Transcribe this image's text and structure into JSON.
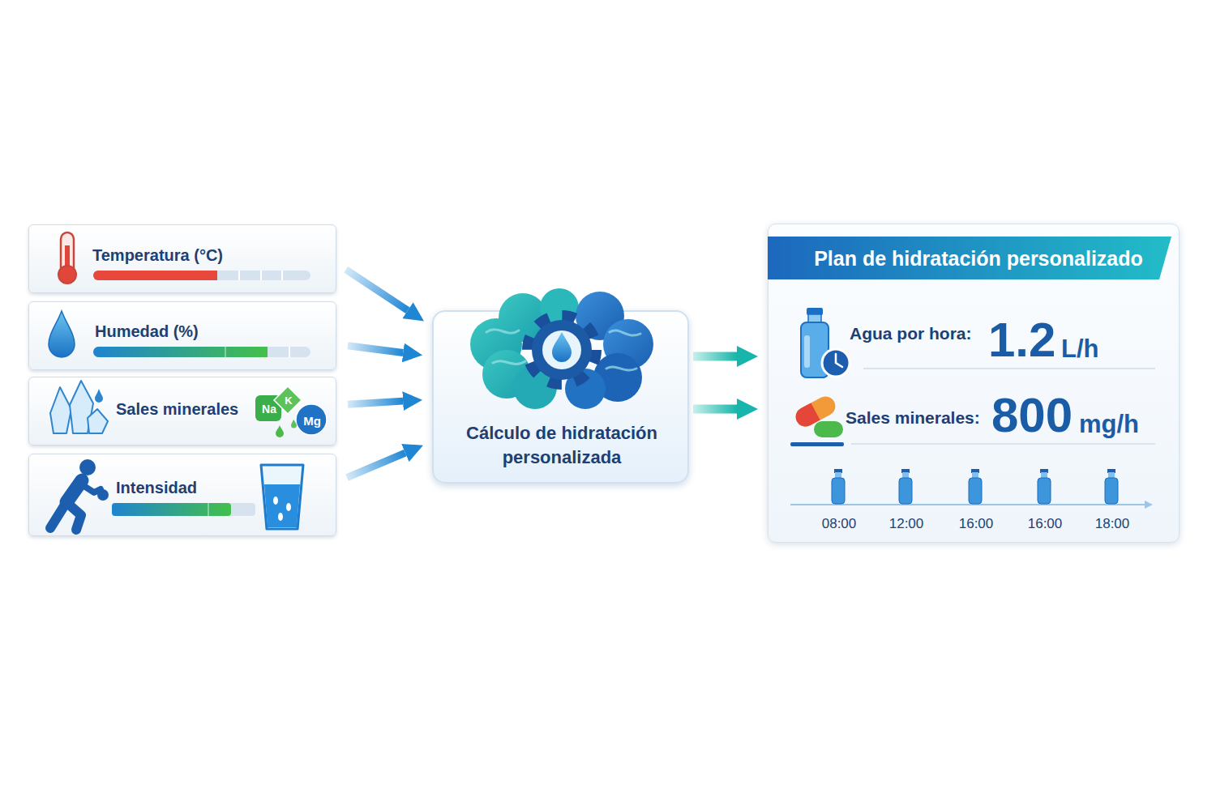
{
  "diagram": {
    "nodes": [
      {
        "text": [
          "Temperatura (°C)"
        ]
      },
      {
        "text": [
          "Humedad (%)"
        ]
      },
      {
        "text": [
          "Sales minerales",
          "Na",
          "K",
          "Mg"
        ]
      },
      {
        "text": [
          "Intensidad"
        ]
      },
      {
        "text": [
          "Cálculo de hidratación personalizada"
        ]
      },
      {
        "text": [
          "Plan de hidratación personalizado",
          "Agua por hora:",
          "1.2",
          "L/h",
          "Sales minerales:",
          "800",
          "mg/h",
          "08:00",
          "12:00",
          "16:00",
          "16:00",
          "18:00"
        ]
      }
    ],
    "edges": [
      {
        "from": 0,
        "to": 4,
        "arrow": "to"
      },
      {
        "from": 1,
        "to": 4,
        "arrow": "to"
      },
      {
        "from": 2,
        "to": 4,
        "arrow": "to"
      },
      {
        "from": 3,
        "to": 4,
        "arrow": "to"
      },
      {
        "from": 4,
        "to": 5,
        "arrow": "to"
      },
      {
        "from": 4,
        "to": 5,
        "arrow": "to"
      }
    ]
  }
}
